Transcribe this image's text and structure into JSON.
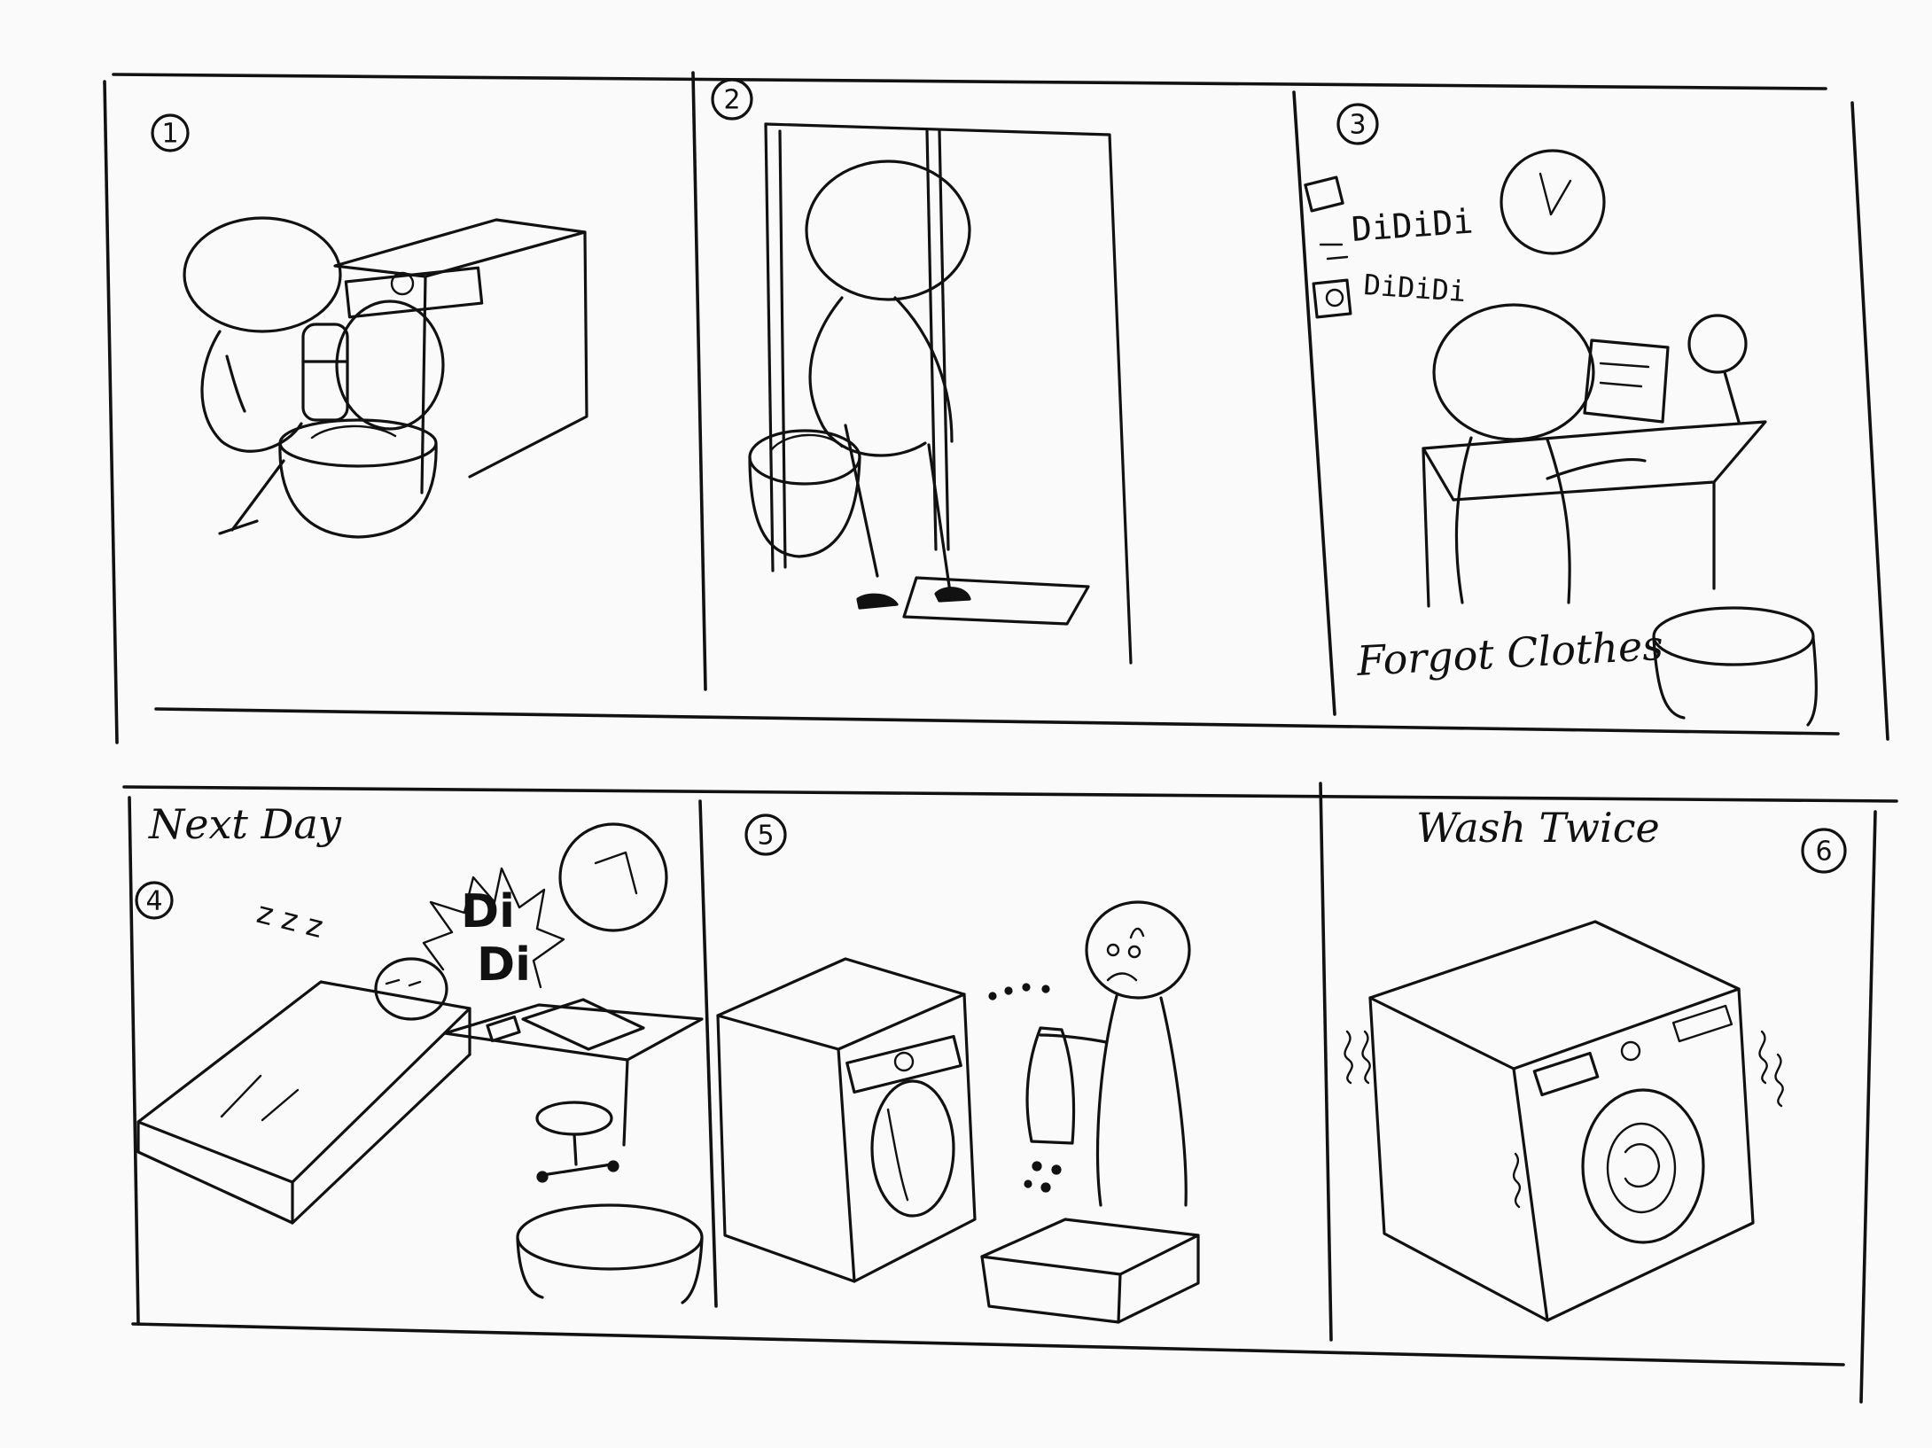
{
  "panels": [
    {
      "number": "1",
      "caption": "",
      "sound": ""
    },
    {
      "number": "2",
      "caption": "",
      "sound": ""
    },
    {
      "number": "3",
      "caption": "Forgot Clothes",
      "sound": "DiDiDi"
    },
    {
      "number": "4",
      "caption": "Next Day",
      "sound": "Di",
      "sleep": "z z z"
    },
    {
      "number": "5",
      "caption": "",
      "sound": ""
    },
    {
      "number": "6",
      "caption": "Wash Twice",
      "sound": ""
    }
  ]
}
